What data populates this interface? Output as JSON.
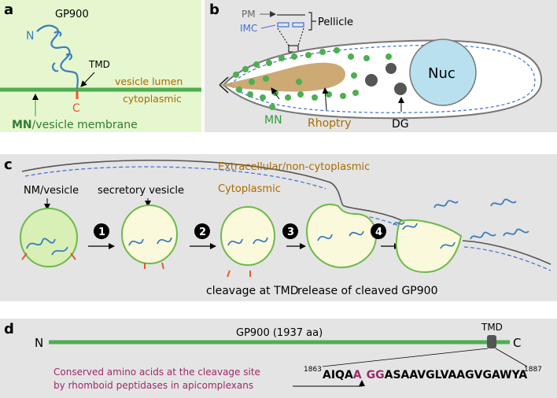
{
  "panel_a": {
    "label": "a",
    "title": "GP900",
    "n_term": "N",
    "c_term": "C",
    "tmd": "TMD",
    "lumen": "vesicle lumen",
    "cyto": "cytoplasmic",
    "membrane_mn": "MN",
    "membrane_rest": "/vesicle membrane",
    "colors": {
      "bg": "#e6f6cf",
      "membrane": "#4caf50",
      "protein": "#3a7dbf",
      "cterm": "#e8582a",
      "brown": "#a66b00"
    }
  },
  "panel_b": {
    "label": "b",
    "pm": "PM",
    "imc": "IMC",
    "pellicle": "Pellicle",
    "nuc": "Nuc",
    "mn": "MN",
    "rhoptry": "Rhoptry",
    "dg": "DG",
    "colors": {
      "bg": "#e4e4e4",
      "nucleus": "#b8e0ef",
      "rhoptry": "#c49a5c",
      "microneme": "#4caf50",
      "dg": "#555555"
    }
  },
  "panel_c": {
    "label": "c",
    "extracellular": "Extracellular/non-cytoplasmic",
    "cytoplasmic": "Cytoplasmic",
    "nm_vesicle": "NM/vesicle",
    "secretory_vesicle": "secretory vesicle",
    "steps": [
      "1",
      "2",
      "3",
      "4"
    ],
    "cleavage": "cleavage at TMD",
    "release": "release of cleaved GP900",
    "colors": {
      "bg": "#e4e4e4",
      "vesicle": "#fbf9dc"
    }
  },
  "panel_d": {
    "label": "d",
    "n_term": "N",
    "c_term": "C",
    "title": "GP900 (1937 aa)",
    "tmd": "TMD",
    "conserved_line1": "Conserved amino acids at the cleavage site",
    "conserved_line2": "by rhomboid peptidases in apicomplexans",
    "seq_start": "1863",
    "seq_a": "AIQA",
    "seq_b": "A",
    "seq_c": "GG",
    "seq_d": "ASAAVGLVAAGVGAWYA",
    "seq_end": "1887",
    "colors": {
      "bg": "#e4e4e4",
      "conserved": "#9c2a6a"
    }
  }
}
